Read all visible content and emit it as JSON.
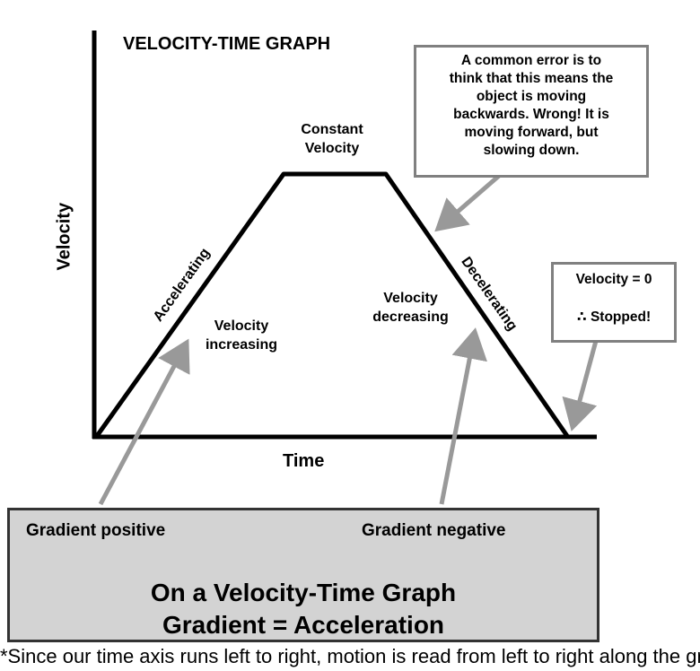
{
  "title": "VELOCITY-TIME GRAPH",
  "y_axis_label": "Velocity",
  "x_axis_label": "Time",
  "segments": {
    "accelerating": "Accelerating",
    "constant": [
      "Constant",
      "Velocity"
    ],
    "decelerating": "Decelerating"
  },
  "regions": {
    "increasing": [
      "Velocity",
      "increasing"
    ],
    "decreasing": [
      "Velocity",
      "decreasing"
    ]
  },
  "callouts": {
    "common_error": [
      "A common error is to",
      "think that this means the",
      "object is moving",
      "backwards. Wrong! It is",
      "moving forward, but",
      "slowing down."
    ],
    "stopped": [
      "Velocity = 0",
      "∴ Stopped!"
    ]
  },
  "gradients": {
    "positive": "Gradient positive",
    "negative": "Gradient negative"
  },
  "summary": {
    "line1": "On a Velocity-Time Graph",
    "line2": "Gradient = Acceleration"
  },
  "footer": "*Since our time axis runs left to right, motion is read from left to right along the graph",
  "colors": {
    "axis": "#000000",
    "arrow": "#999999",
    "box_fill": "#d3d3d3",
    "callout_border": "#808080"
  }
}
